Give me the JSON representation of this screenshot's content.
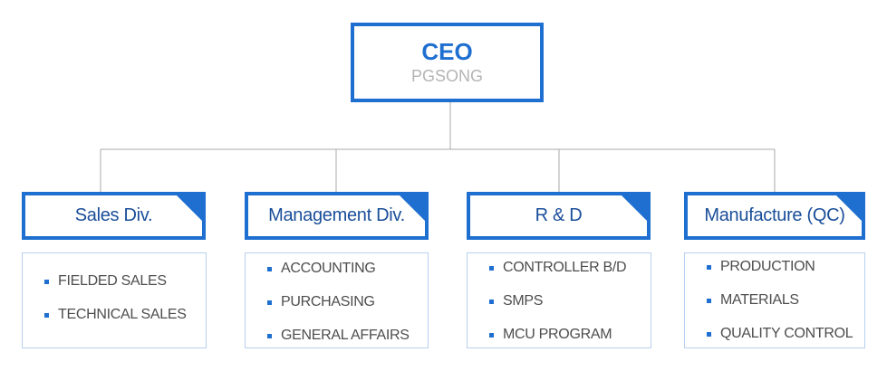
{
  "colors": {
    "accent": "#1e6fd0",
    "heading_text": "#1a4e99",
    "item_text": "#4d4d4d",
    "subtitle": "#b4b4b4",
    "list_border": "#b7d0ee",
    "connector": "#a8a8a8"
  },
  "ceo": {
    "title": "CEO",
    "name": "PGSONG"
  },
  "divisions": [
    {
      "name": "Sales Div.",
      "items": [
        "FIELDED SALES",
        "TECHNICAL SALES"
      ]
    },
    {
      "name": "Management Div.",
      "items": [
        "ACCOUNTING",
        "PURCHASING",
        "GENERAL AFFAIRS"
      ]
    },
    {
      "name": "R & D",
      "items": [
        "CONTROLLER B/D",
        "SMPS",
        "MCU PROGRAM"
      ]
    },
    {
      "name": "Manufacture (QC)",
      "items": [
        "PRODUCTION",
        "MATERIALS",
        "QUALITY CONTROL"
      ]
    }
  ]
}
